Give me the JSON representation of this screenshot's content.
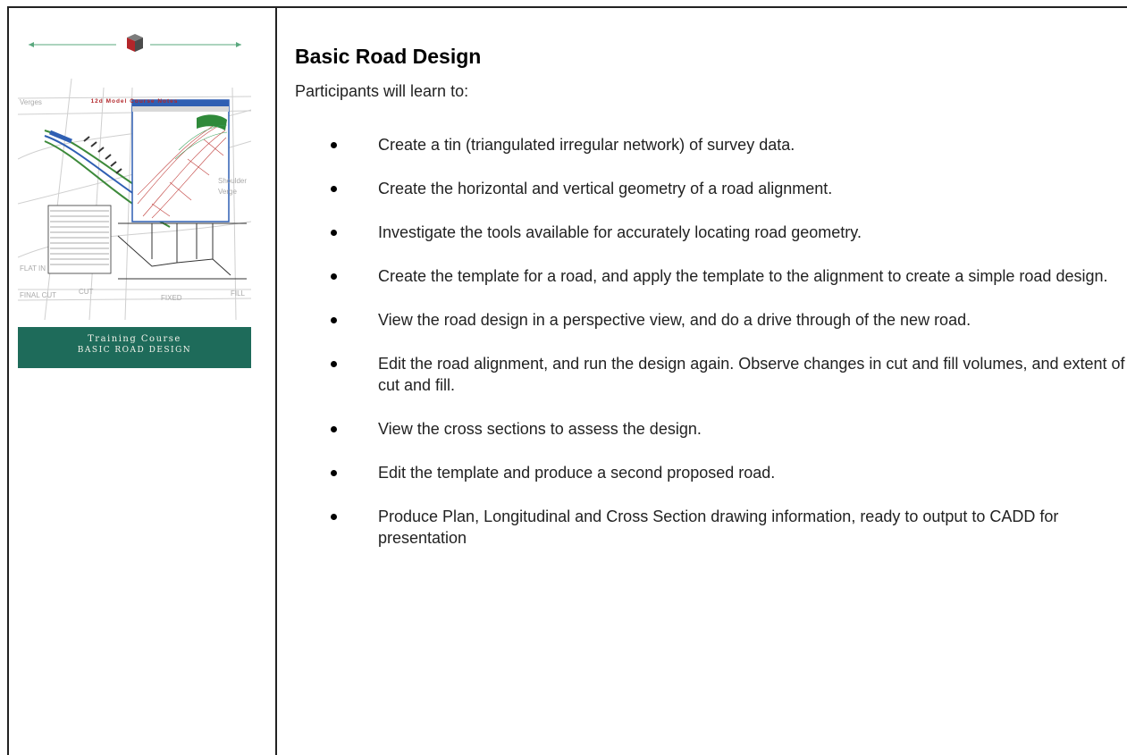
{
  "cover": {
    "course_notes_title": "12d Model Course Notes",
    "band_line1": "Training Course",
    "band_line2": "BASIC ROAD DESIGN",
    "drawing_labels": {
      "verges": "Verges",
      "flat_in": "FLAT IN",
      "final_cut": "FINAL CUT",
      "fixed": "FIXED",
      "shoulder": "Shoulder",
      "verge": "Verge",
      "fill": "FILL",
      "cut": "CUT"
    },
    "accent_color": "#1e6b5a",
    "title_color": "#b2262a"
  },
  "main": {
    "heading": "Basic Road Design",
    "intro": "Participants will learn to:",
    "bullets": [
      "Create a tin (triangulated irregular network) of survey data.",
      "Create the horizontal and vertical geometry of a road alignment.",
      "Investigate the tools available for accurately locating road geometry.",
      "Create the template for a road, and apply the template to the alignment to create a simple road design.",
      "View the road design in a perspective view, and do a drive through of the new road.",
      "Edit the road alignment, and run the design again. Observe changes in cut and fill volumes, and extent of cut and fill.",
      "View the cross sections to assess the design.",
      "Edit the template and produce a second proposed road.",
      "Produce Plan, Longitudinal and Cross Section drawing information, ready to output to CADD for presentation"
    ]
  }
}
